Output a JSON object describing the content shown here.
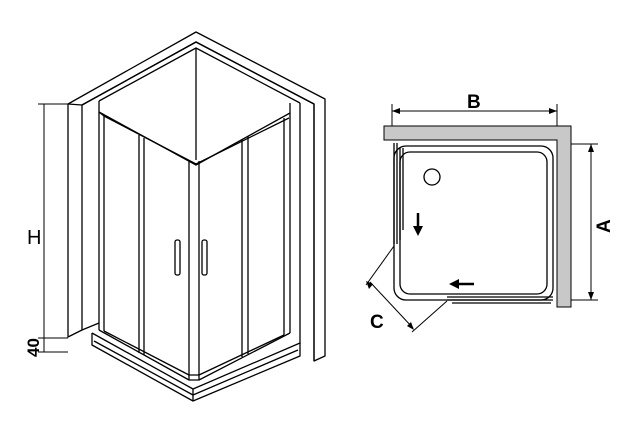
{
  "left_view": {
    "height_label": "H",
    "base_label": "40"
  },
  "plan_view": {
    "width_label": "B",
    "depth_label": "A",
    "diagonal_label": "C"
  },
  "colors": {
    "line": "#000000",
    "wall_fill": "#c8c8c8",
    "background": "#ffffff"
  }
}
